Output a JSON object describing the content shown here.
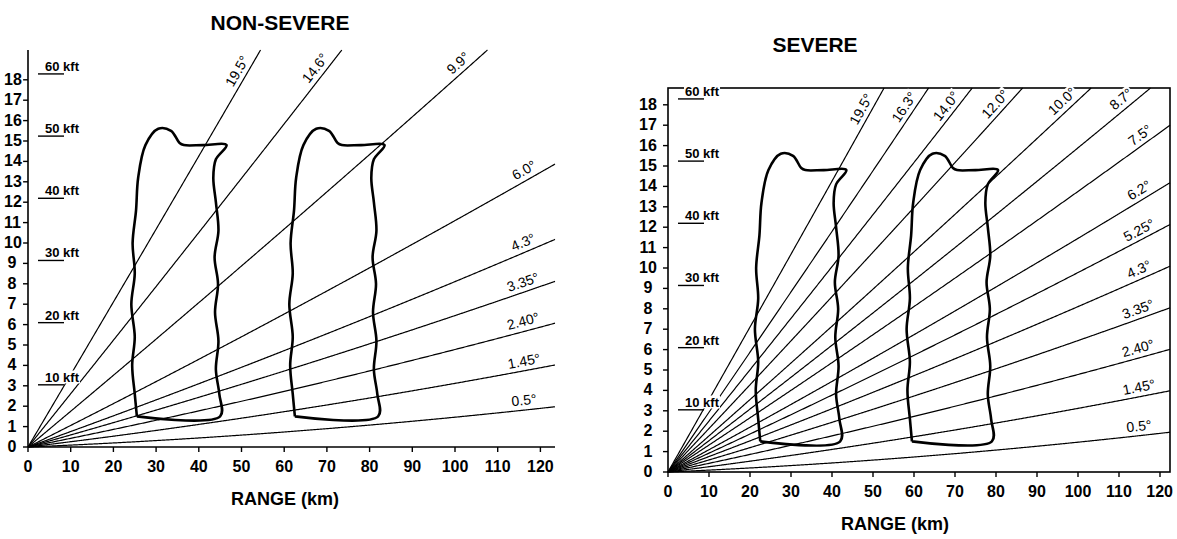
{
  "diagram": {
    "labels": [
      "NON-SEVERE",
      "0",
      "1",
      "2",
      "3",
      "4",
      "5",
      "6",
      "7",
      "8",
      "9",
      "10",
      "11",
      "12",
      "13",
      "14",
      "15",
      "16",
      "17",
      "18",
      "10 kft",
      "20 kft",
      "30 kft",
      "40 kft",
      "50 kft",
      "60 kft",
      "19.5°",
      "14.6°",
      "9.9°",
      "6.0°",
      "4.3°",
      "3.35°",
      "2.40°",
      "1.45°",
      "0.5°",
      "0",
      "10",
      "20",
      "30",
      "40",
      "50",
      "60",
      "70",
      "80",
      "90",
      "100",
      "110",
      "120",
      "RANGE (km)",
      "SEVERE",
      "0",
      "1",
      "2",
      "3",
      "4",
      "5",
      "6",
      "7",
      "8",
      "9",
      "10",
      "11",
      "12",
      "13",
      "14",
      "15",
      "16",
      "17",
      "18",
      "10 kft",
      "20 kft",
      "30 kft",
      "40 kft",
      "50 kft",
      "60 kft",
      "19.5°",
      "16.3°",
      "14.0°",
      "12.0°",
      "10.0°",
      "8.7°",
      "7.5°",
      "6.2°",
      "5.25°",
      "4.3°",
      "3.35°",
      "2.40°",
      "1.45°",
      "0.5°",
      "0",
      "10",
      "20",
      "30",
      "40",
      "50",
      "60",
      "70",
      "80",
      "90",
      "100",
      "110",
      "120",
      "RANGE (km)"
    ]
  }
}
